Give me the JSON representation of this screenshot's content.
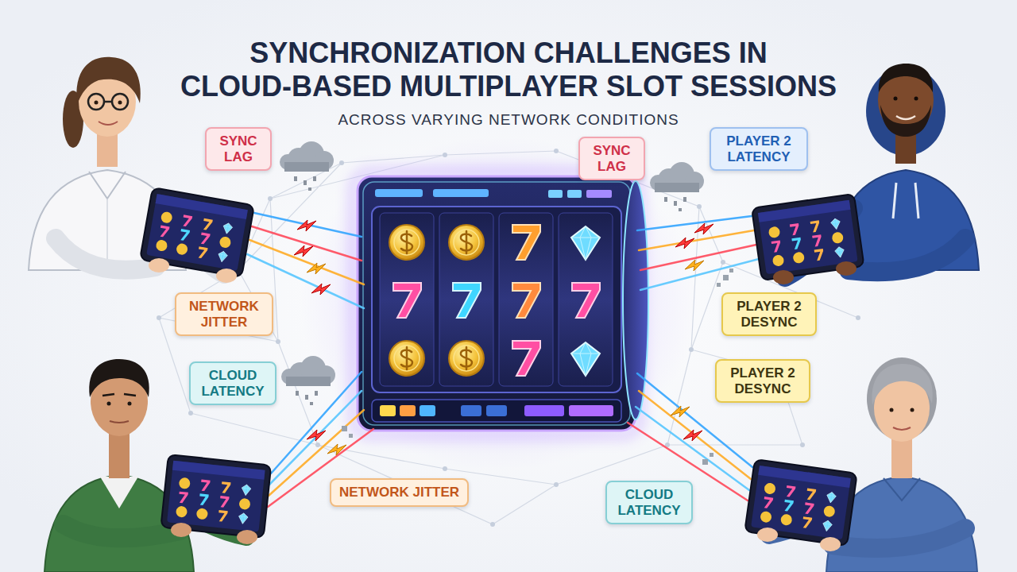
{
  "diagram": {
    "title": "SYNCHRONIZATION CHALLENGES IN CLOUD-BASED MULTIPLAYER SLOT SESSIONS",
    "nodes": [
      {
        "text": [
          "SYNC LAG"
        ]
      },
      {
        "text": [
          "SYNC LAG"
        ]
      },
      {
        "text": [
          "PLAYER 2 LATENCY"
        ]
      },
      {
        "text": [
          "NETWORK JITTER"
        ]
      },
      {
        "text": [
          "PLAYER 2 DESYNC"
        ]
      },
      {
        "text": [
          "CLOUD LATENCY"
        ]
      },
      {
        "text": [
          "PLAYER 2 DESYNC"
        ]
      },
      {
        "text": [
          "NETWORK JITTER"
        ]
      },
      {
        "text": [
          "CLOUD LATENCY"
        ]
      }
    ],
    "labels": [
      "ACROSS VARYING NETWORK CONDITIONS"
    ]
  }
}
